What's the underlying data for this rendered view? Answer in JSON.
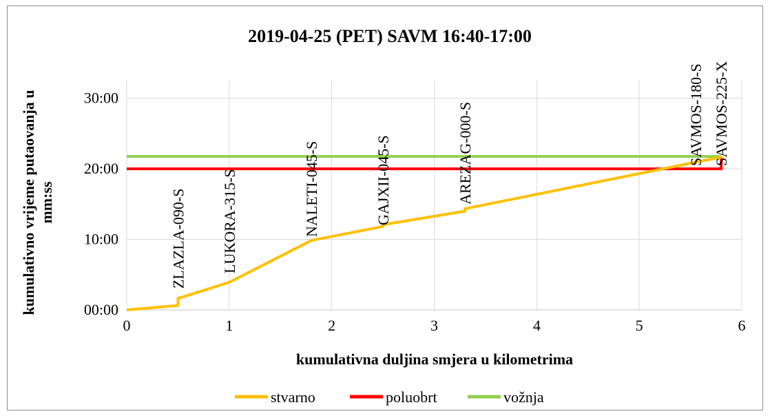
{
  "chart_data": {
    "type": "line",
    "title": "2019-04-25 (PET) SAVM 16:40-17:00",
    "xlabel": "kumulativna duljina smjera u kilometrima",
    "ylabel": [
      "kumulativno vrijeme putaovanja u",
      "mm:ss"
    ],
    "xlim": [
      0,
      6
    ],
    "ylim": [
      0,
      1950
    ],
    "x_ticks": [
      0,
      1,
      2,
      3,
      4,
      5,
      6
    ],
    "x_tick_labels": [
      "0",
      "1",
      "2",
      "3",
      "4",
      "5",
      "6"
    ],
    "y_ticks": [
      0,
      600,
      1200,
      1800
    ],
    "y_tick_labels": [
      "00:00",
      "10:00",
      "20:00",
      "30:00"
    ],
    "y_unit": "seconds (displayed as mm:ss)",
    "grid": "vertical and horizontal",
    "legend_position": "bottom",
    "series": [
      {
        "name": "stvarno",
        "color": "#FFC000",
        "x": [
          0,
          0.5,
          0.5,
          1.0,
          1.8,
          2.5,
          2.5,
          3.3,
          3.3,
          5.8,
          5.8
        ],
        "y": [
          0,
          38,
          98,
          235,
          590,
          710,
          725,
          840,
          860,
          1300,
          1305
        ]
      },
      {
        "name": "poluobrt",
        "color": "#FF0000",
        "x": [
          0,
          5.8,
          5.8
        ],
        "y": [
          1200,
          1200,
          1305
        ]
      },
      {
        "name": "vožnja",
        "color": "#92D050",
        "x": [
          0,
          5.8
        ],
        "y": [
          1305,
          1305
        ]
      }
    ],
    "annotations": [
      {
        "text": "ZLAZLA-090-S",
        "x": 0.5
      },
      {
        "text": "LUKORA-315-S",
        "x": 1.0
      },
      {
        "text": "NALETI-045-S",
        "x": 1.8
      },
      {
        "text": "GAJXII-045-S",
        "x": 2.5
      },
      {
        "text": "AREZAG-000-S",
        "x": 3.3
      },
      {
        "text": "SAVMOS-180-S",
        "x": 5.55
      },
      {
        "text": "SAVMOS-225-X",
        "x": 5.8
      }
    ]
  }
}
